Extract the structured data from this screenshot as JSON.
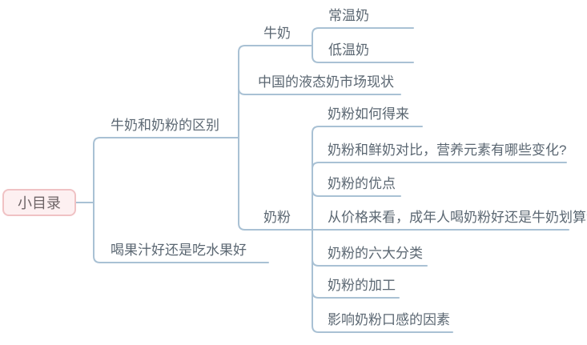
{
  "app": {
    "type": "mindmap",
    "background": "#ffffff"
  },
  "colors": {
    "line": "#a9c1d4",
    "node_text": "#5b6772",
    "root_background": "#fdf0f1",
    "root_border": "#f0c2c4",
    "root_text": "#6d6466"
  },
  "mindmap": {
    "root": {
      "label": "小目录"
    },
    "children": [
      {
        "label": "牛奶和奶粉的区别",
        "children": [
          {
            "label": "牛奶",
            "children": [
              {
                "label": "常温奶"
              },
              {
                "label": "低温奶"
              }
            ]
          },
          {
            "label": "中国的液态奶市场现状"
          },
          {
            "label": "奶粉",
            "children": [
              {
                "label": "奶粉如何得来"
              },
              {
                "label": "奶粉和鲜奶对比，营养元素有哪些变化?"
              },
              {
                "label": "奶粉的优点"
              },
              {
                "label": "从价格来看，成年人喝奶粉好还是牛奶划算?"
              },
              {
                "label": "奶粉的六大分类"
              },
              {
                "label": "奶粉的加工"
              },
              {
                "label": "影响奶粉口感的因素"
              }
            ]
          }
        ]
      },
      {
        "label": "喝果汁好还是吃水果好"
      }
    ]
  }
}
